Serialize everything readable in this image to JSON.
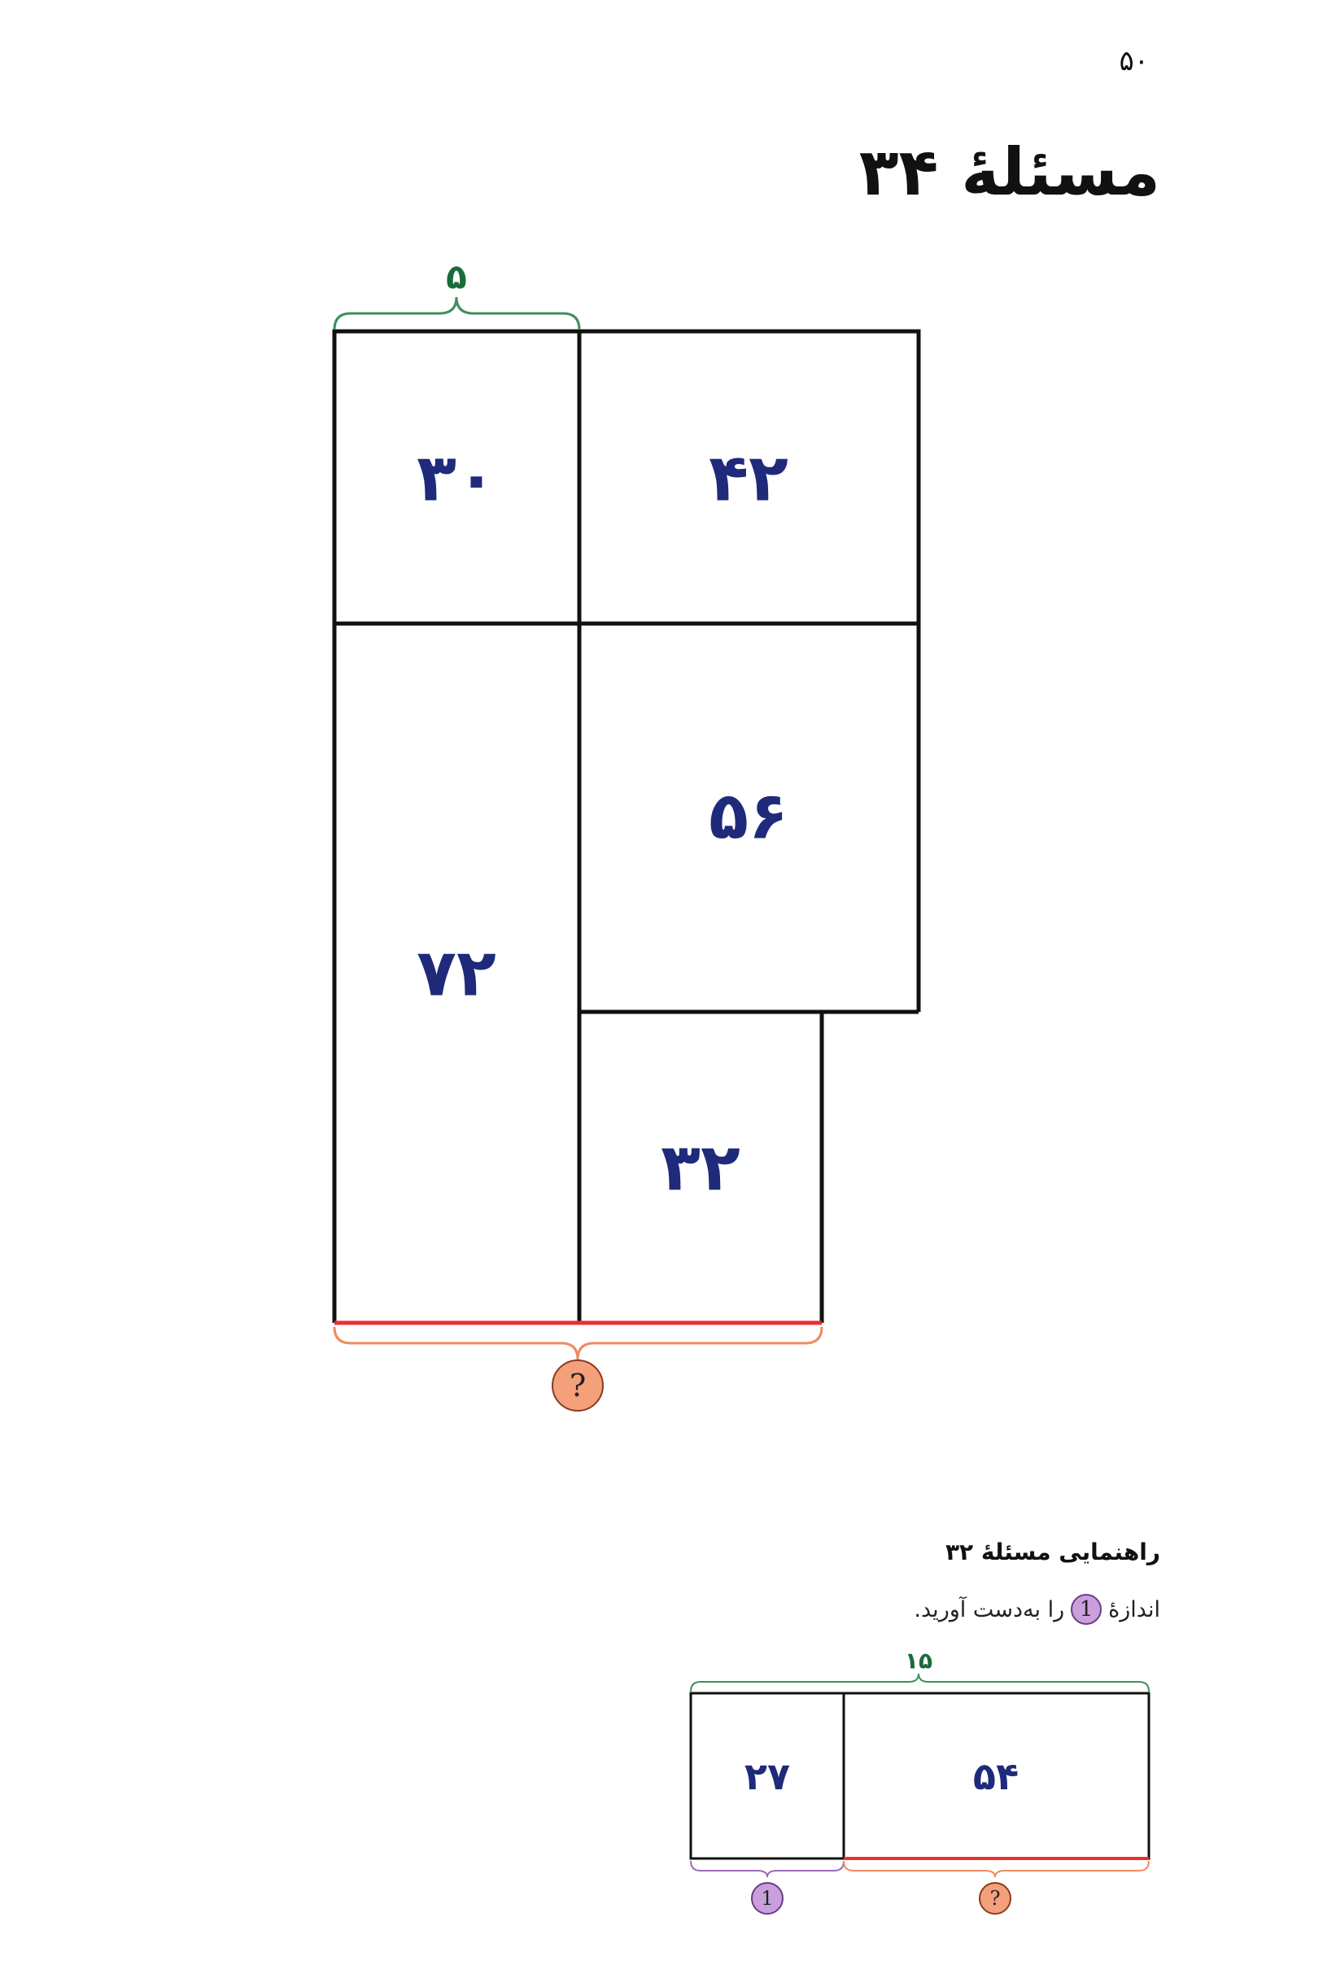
{
  "page_number": "۵۰",
  "title": "مسئلهٔ ۳۴",
  "main_diagram": {
    "top_label": "۵",
    "cells": [
      "۳۰",
      "۴۲",
      "۷۲",
      "۵۶",
      "۳۲"
    ],
    "bottom_label": "?"
  },
  "hint": {
    "title": "راهنمایی مسئلهٔ ۳۲",
    "text_before": "اندازهٔ",
    "badge": "1",
    "text_after": "را به‌دست آورید.",
    "diagram": {
      "top_label": "۱۵",
      "cells": [
        "۲۷",
        "۵۴"
      ],
      "left_label": "1",
      "right_label": "?"
    }
  },
  "colors": {
    "number": "#1f2a7a",
    "green": "#1a6b3a",
    "red": "#e8322e",
    "orange_circle": "#f4a07a",
    "purple_circle": "#c9a0dc"
  }
}
